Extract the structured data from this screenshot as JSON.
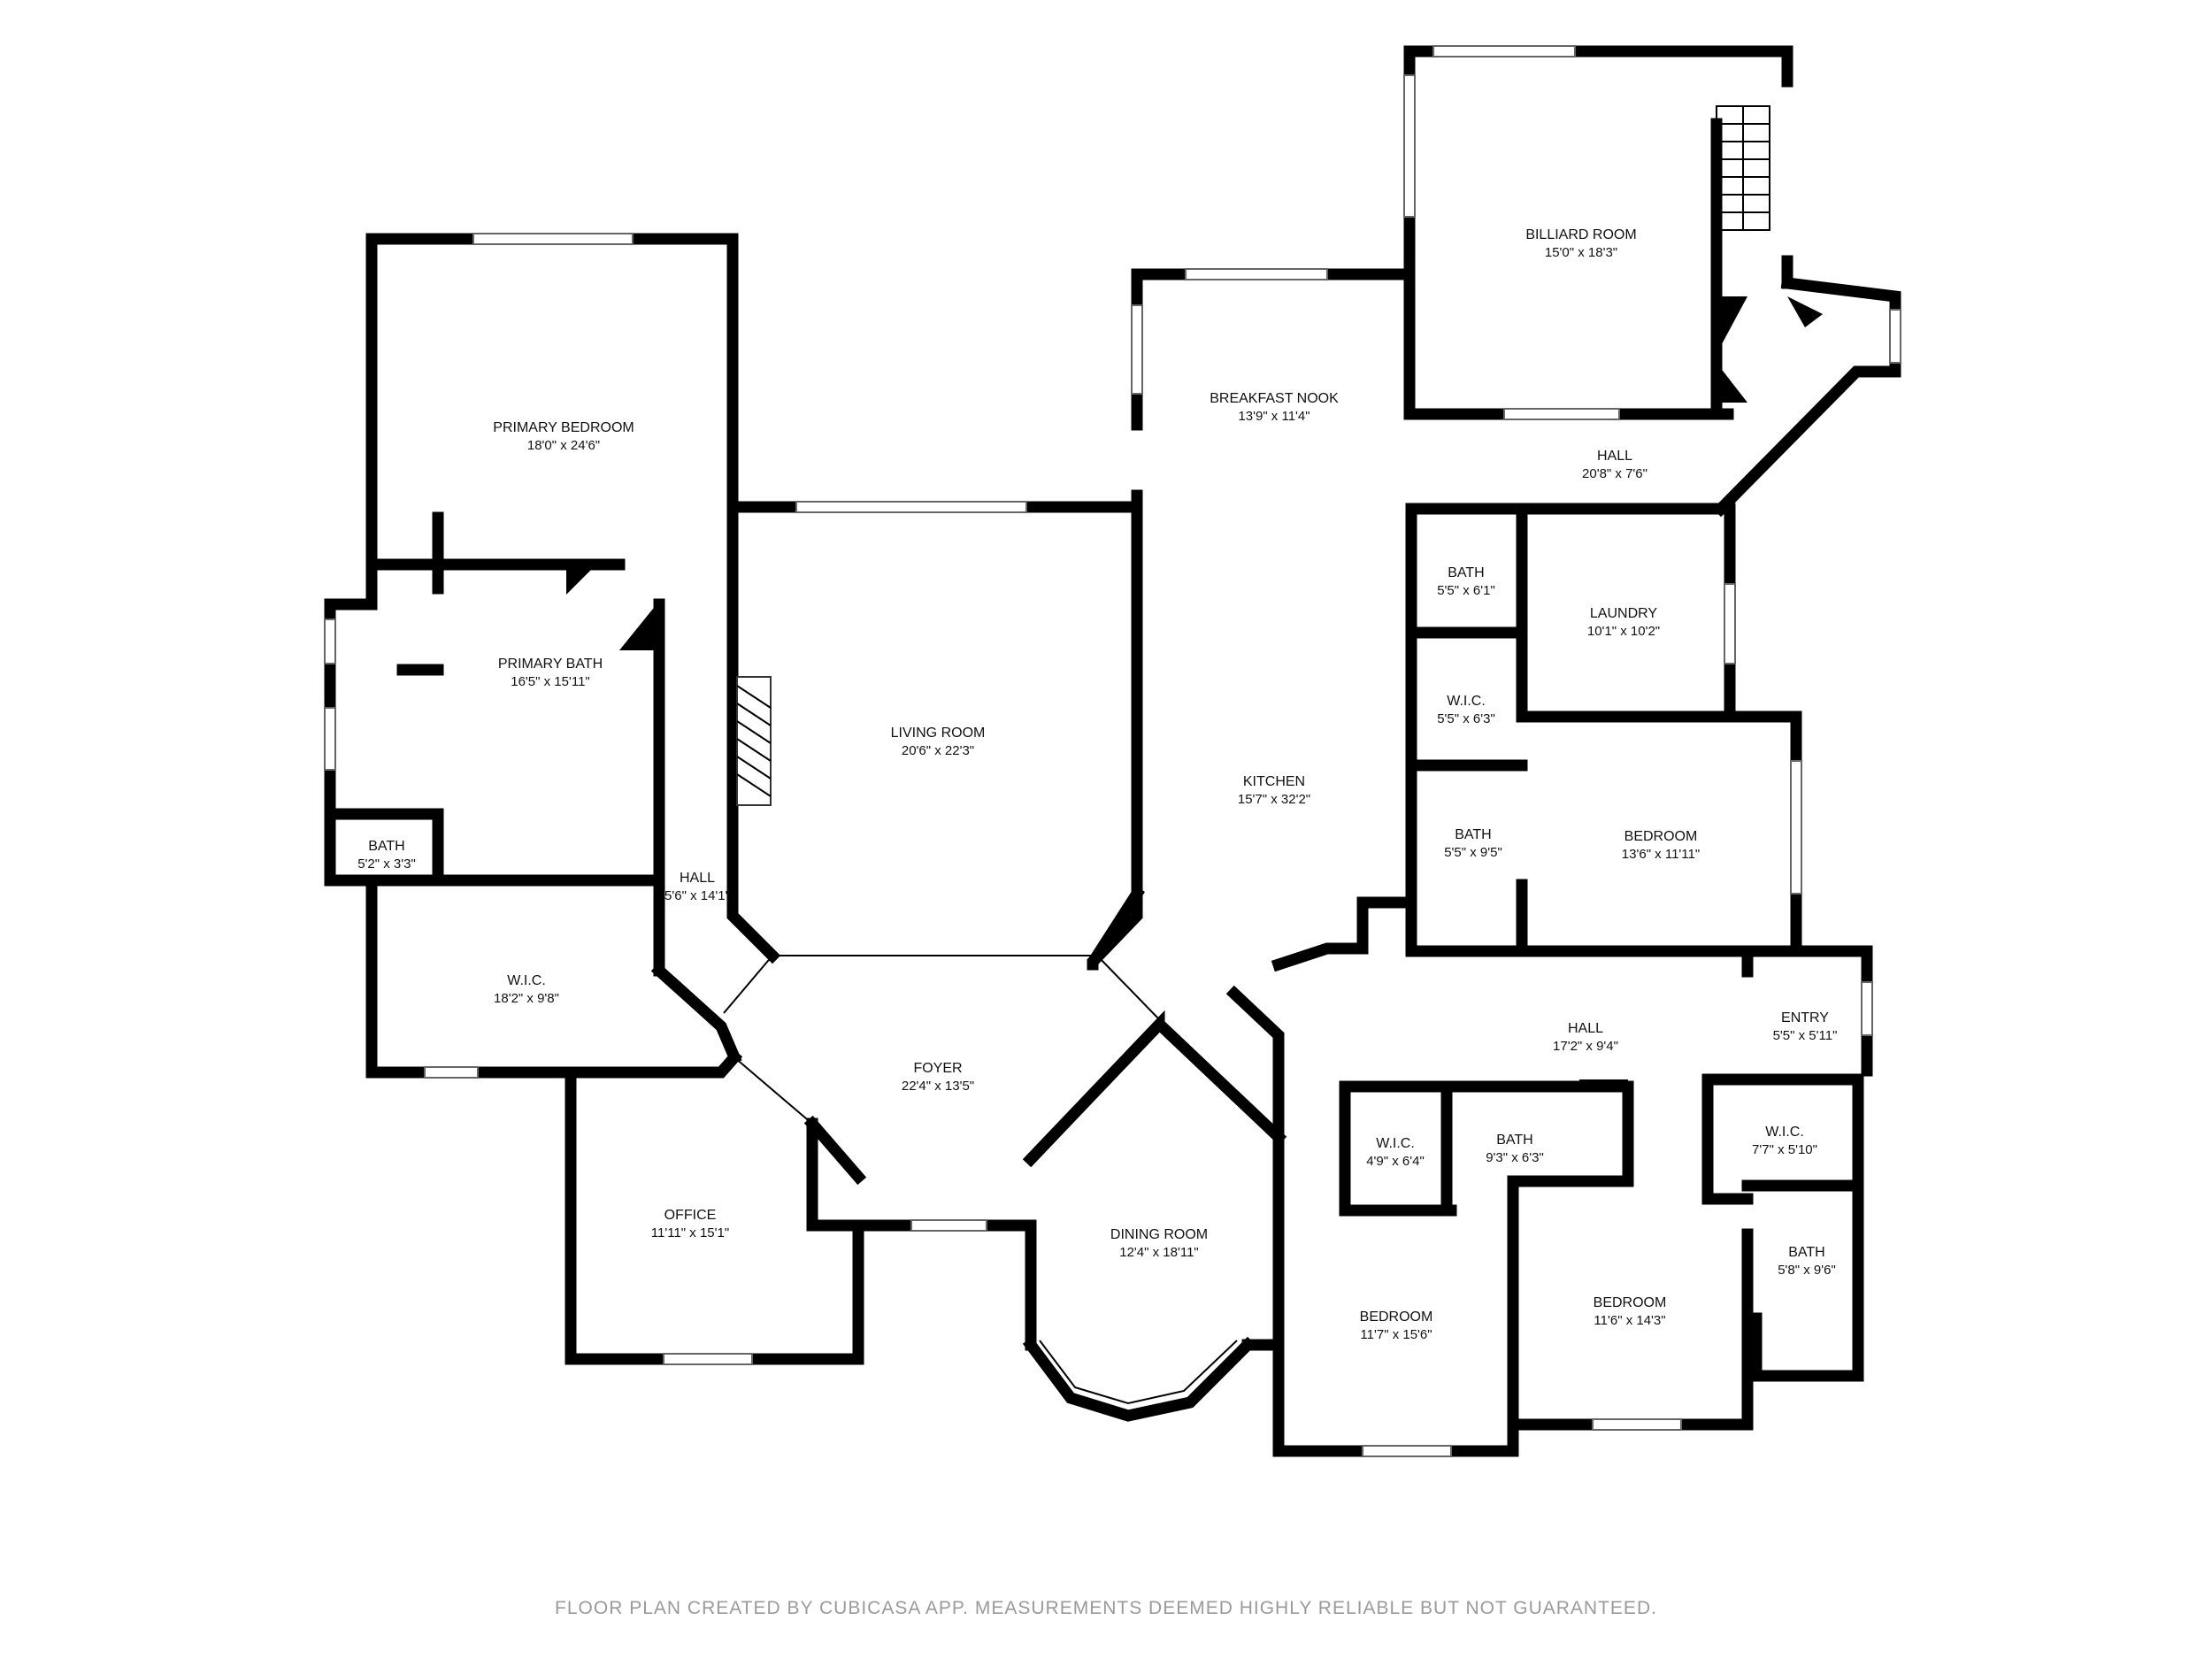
{
  "rooms": [
    {
      "id": "billiard-room",
      "name": "BILLIARD ROOM",
      "dim": "15'0\" x 18'3\""
    },
    {
      "id": "breakfast-nook",
      "name": "BREAKFAST NOOK",
      "dim": "13'9\" x 11'4\""
    },
    {
      "id": "hall-north",
      "name": "HALL",
      "dim": "20'8\" x 7'6\""
    },
    {
      "id": "primary-bedroom",
      "name": "PRIMARY BEDROOM",
      "dim": "18'0\" x 24'6\""
    },
    {
      "id": "primary-bath",
      "name": "PRIMARY BATH",
      "dim": "16'5\" x 15'11\""
    },
    {
      "id": "bath-small",
      "name": "BATH",
      "dim": "5'2\" x 3'3\""
    },
    {
      "id": "hall-west",
      "name": "HALL",
      "dim": "5'6\" x 14'1\""
    },
    {
      "id": "living-room",
      "name": "LIVING ROOM",
      "dim": "20'6\" x 22'3\""
    },
    {
      "id": "kitchen",
      "name": "KITCHEN",
      "dim": "15'7\" x 32'2\""
    },
    {
      "id": "bath-laundry",
      "name": "BATH",
      "dim": "5'5\" x 6'1\""
    },
    {
      "id": "laundry",
      "name": "LAUNDRY",
      "dim": "10'1\" x 10'2\""
    },
    {
      "id": "wic-east",
      "name": "W.I.C.",
      "dim": "5'5\" x 6'3\""
    },
    {
      "id": "bath-east",
      "name": "BATH",
      "dim": "5'5\" x 9'5\""
    },
    {
      "id": "bedroom-east",
      "name": "BEDROOM",
      "dim": "13'6\" x 11'11\""
    },
    {
      "id": "wic-primary",
      "name": "W.I.C.",
      "dim": "18'2\" x 9'8\""
    },
    {
      "id": "foyer",
      "name": "FOYER",
      "dim": "22'4\" x 13'5\""
    },
    {
      "id": "office",
      "name": "OFFICE",
      "dim": "11'11\" x 15'1\""
    },
    {
      "id": "dining-room",
      "name": "DINING ROOM",
      "dim": "12'4\" x 18'11\""
    },
    {
      "id": "hall-south",
      "name": "HALL",
      "dim": "17'2\" x 9'4\""
    },
    {
      "id": "entry",
      "name": "ENTRY",
      "dim": "5'5\" x 5'11\""
    },
    {
      "id": "wic-south",
      "name": "W.I.C.",
      "dim": "4'9\" x 6'4\""
    },
    {
      "id": "bath-south",
      "name": "BATH",
      "dim": "9'3\" x 6'3\""
    },
    {
      "id": "wic-southeast",
      "name": "W.I.C.",
      "dim": "7'7\" x 5'10\""
    },
    {
      "id": "bath-southeast",
      "name": "BATH",
      "dim": "5'8\" x 9'6\""
    },
    {
      "id": "bedroom-south",
      "name": "BEDROOM",
      "dim": "11'7\" x 15'6\""
    },
    {
      "id": "bedroom-southeast",
      "name": "BEDROOM",
      "dim": "11'6\" x 14'3\""
    }
  ],
  "footer": "FLOOR PLAN CREATED BY CUBICASA APP. MEASUREMENTS DEEMED HIGHLY RELIABLE BUT NOT GUARANTEED."
}
